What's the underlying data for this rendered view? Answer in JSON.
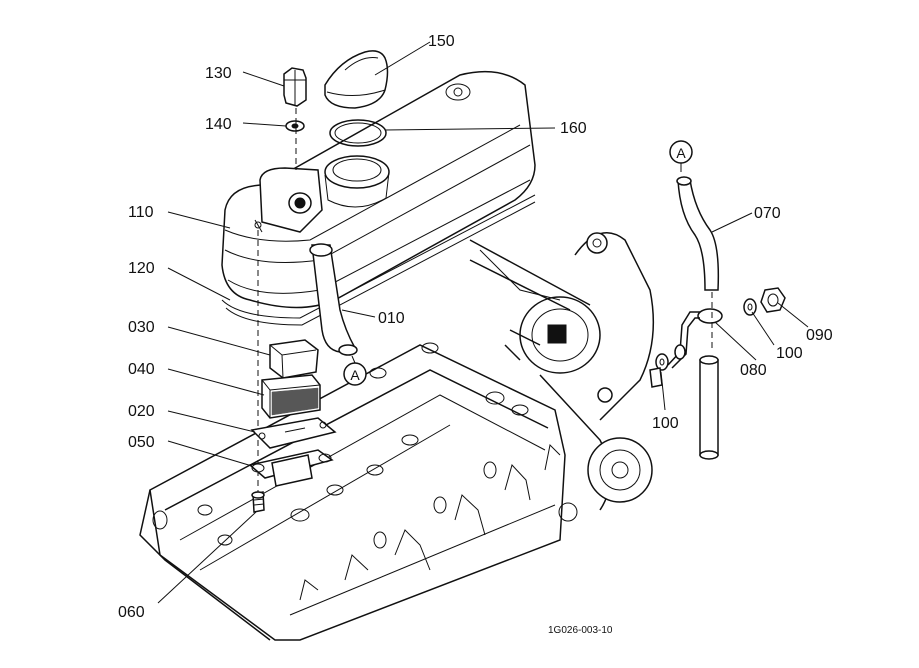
{
  "diagram": {
    "figure_code": "1G026-003-10",
    "callout_A": "A",
    "parts": [
      {
        "id": "p130",
        "label": "130"
      },
      {
        "id": "p140",
        "label": "140"
      },
      {
        "id": "p150",
        "label": "150"
      },
      {
        "id": "p160",
        "label": "160"
      },
      {
        "id": "p110",
        "label": "110"
      },
      {
        "id": "p120",
        "label": "120"
      },
      {
        "id": "p010",
        "label": "010"
      },
      {
        "id": "p030",
        "label": "030"
      },
      {
        "id": "p040",
        "label": "040"
      },
      {
        "id": "p020",
        "label": "020"
      },
      {
        "id": "p050",
        "label": "050"
      },
      {
        "id": "p060",
        "label": "060"
      },
      {
        "id": "p070",
        "label": "070"
      },
      {
        "id": "p090",
        "label": "090"
      },
      {
        "id": "p100a",
        "label": "100"
      },
      {
        "id": "p080",
        "label": "080"
      },
      {
        "id": "p100b",
        "label": "100"
      }
    ]
  }
}
